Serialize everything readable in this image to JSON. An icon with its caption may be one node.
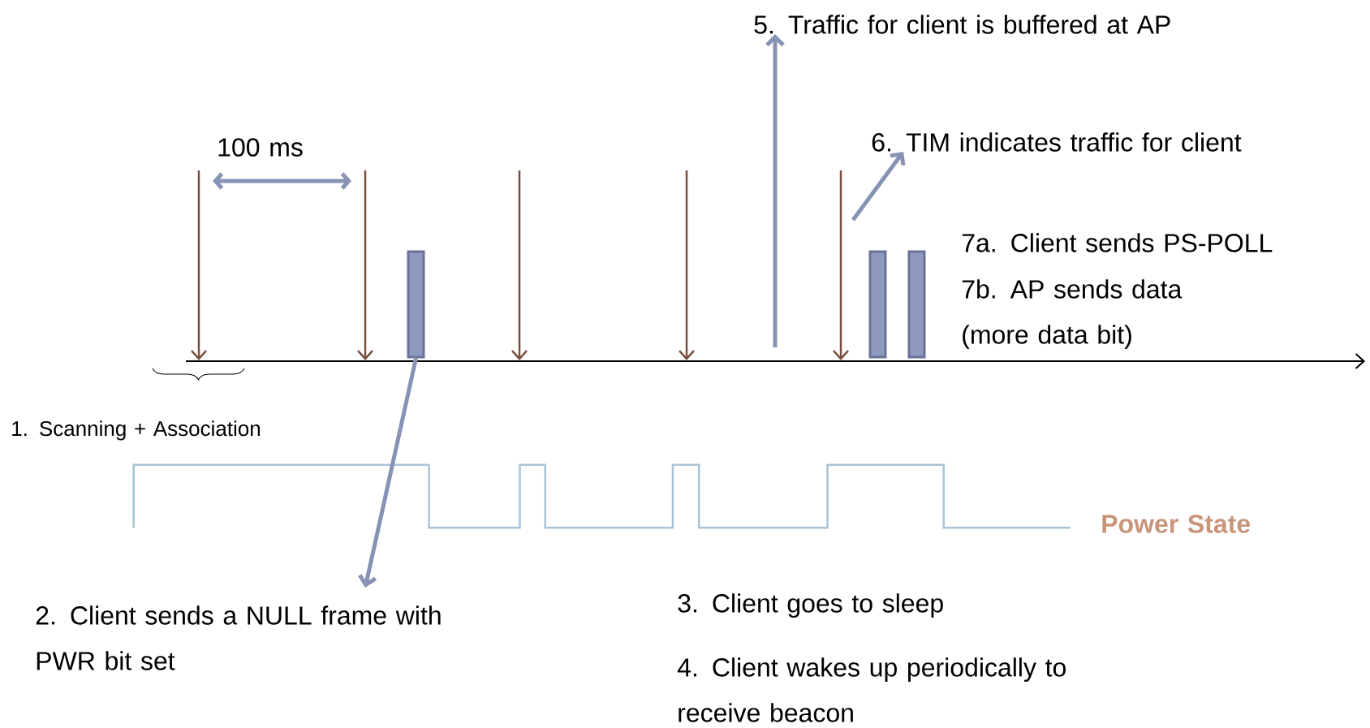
{
  "diagram": {
    "nodes": [
      {
        "text": [
          "5. Traffic for client is buffered at AP"
        ]
      },
      {
        "text": [
          "6. TIM indicates traffic for client"
        ]
      },
      {
        "text": [],
        "shape": "bar"
      },
      {
        "text": [],
        "shape": "bar"
      },
      {
        "text": [],
        "shape": "bar"
      },
      {
        "text": [
          "2. Client sends a NULL frame with PWR bit set"
        ]
      }
    ],
    "edges": [
      {
        "from": null,
        "to": 0,
        "arrow": "to"
      },
      {
        "from": null,
        "to": 1,
        "arrow": "to"
      },
      {
        "from": 2,
        "to": 5,
        "arrow": "to"
      }
    ],
    "labels": [
      "100 ms",
      "7a. Client sends PS-POLL",
      "7b. AP sends data (more data bit)",
      "1. Scanning + Association",
      "Power State",
      "3. Client goes to sleep",
      "4. Client wakes up periodically to receive beacon"
    ]
  }
}
